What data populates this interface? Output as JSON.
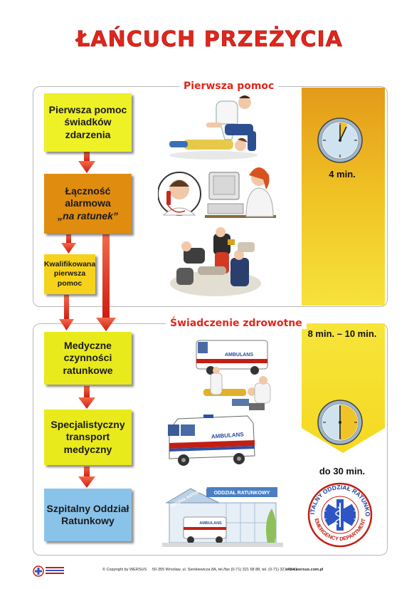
{
  "title": "ŁAŃCUCH PRZEŻYCIA",
  "sections": {
    "first_aid": "Pierwsza pomoc",
    "health_care": "Świadczenie zdrowotne"
  },
  "steps": {
    "s1": [
      "Pierwsza pomoc",
      "świadków",
      "zdarzenia"
    ],
    "s2": [
      "Łączność",
      "alarmowa",
      "„na ratunek”"
    ],
    "s3": [
      "Kwalifikowana",
      "pierwsza",
      "pomoc"
    ],
    "s4": [
      "Medyczne czynności",
      "ratunkowe"
    ],
    "s5": [
      "Specjalistyczny",
      "transport",
      "medyczny"
    ],
    "s6": [
      "Szpitalny Oddział",
      "Ratunkowy"
    ]
  },
  "times": {
    "t1": "4 min.",
    "t2": "8 min. – 10 min.",
    "t3": "do 30 min."
  },
  "clock_fractions": {
    "c1": 0.067,
    "c2": 0.5
  },
  "illustration_text": {
    "ambulance": "AMBULANS",
    "ambulance2": "AMBULANS",
    "ambulance3": "AMBULANS",
    "hospital_sign": "ODDZIAŁ RATUNKOWY",
    "hospital_sign2": "ODDZIAŁ RATUNKOWY"
  },
  "seal": {
    "top": "SZPITALNY ODDZIAŁ RATUNKOWY",
    "bottom": "EMERGENCY DEPARTMENT"
  },
  "footer": {
    "copyright": "© Copyright by WERSUS",
    "address": "50-355 Wrocław, ul. Sienkiewicza 8A, tel./fax (0-71) 321 68 88, tel. (0-71) 321 73 41",
    "website": "www.wersus.com.pl"
  },
  "colors": {
    "title": "#e1261c",
    "arrow": "#d81f14",
    "ribbon": "#f5e12a",
    "ribbon_top": "#e8a21c"
  }
}
